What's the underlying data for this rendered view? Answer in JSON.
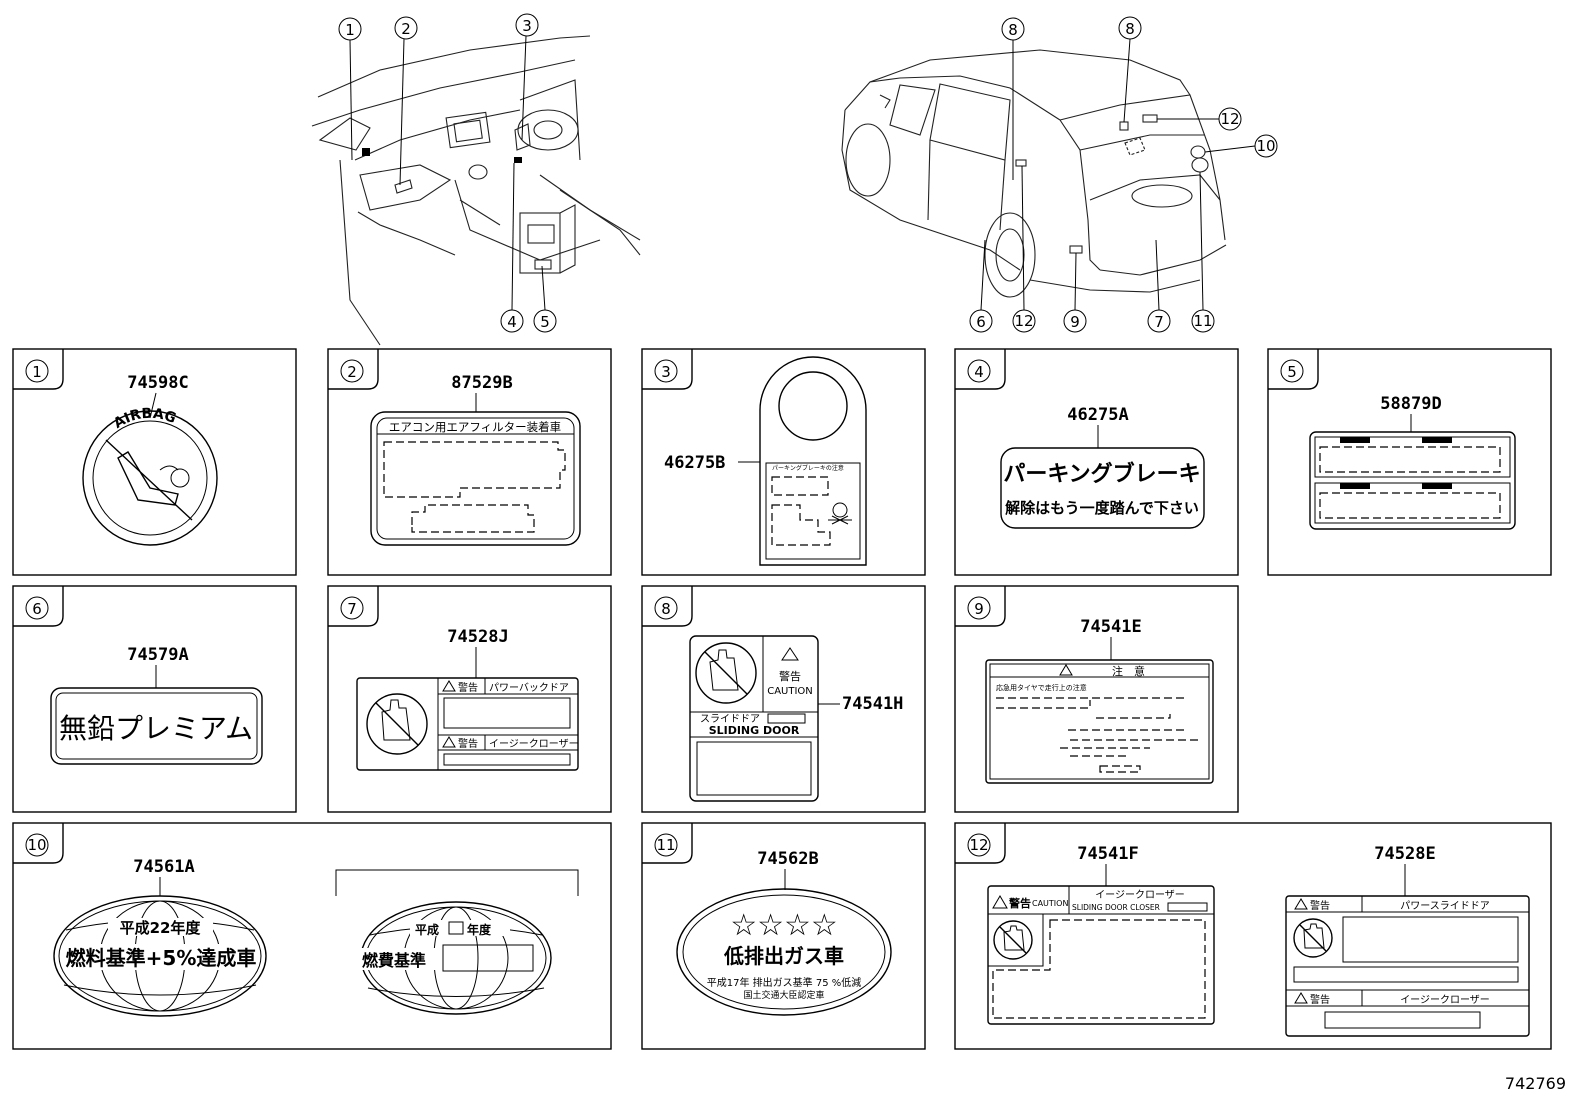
{
  "figure_id": "742769",
  "callouts": {
    "top_left": [
      "1",
      "2",
      "3",
      "4",
      "5"
    ],
    "top_right": [
      "8",
      "8",
      "12",
      "10",
      "6",
      "12",
      "9",
      "7",
      "11"
    ]
  },
  "panels": [
    {
      "num": "1",
      "part": "74598C",
      "text": {
        "airbag": "AIRBAG"
      }
    },
    {
      "num": "2",
      "part": "87529B",
      "text": {
        "header": "エアコン用エアフィルター装着車"
      }
    },
    {
      "num": "3",
      "part": "46275B",
      "text": {
        "small": "パーキングブレーキの注意"
      }
    },
    {
      "num": "4",
      "part": "46275A",
      "text": {
        "line1": "パーキングブレーキ",
        "line2": "解除はもう一度踏んで下さい"
      }
    },
    {
      "num": "5",
      "part": "58879D",
      "text": {}
    },
    {
      "num": "6",
      "part": "74579A",
      "text": {
        "line1": "無鉛プレミアム"
      }
    },
    {
      "num": "7",
      "part": "74528J",
      "text": {
        "warn": "警告",
        "top": "パワーバックドア",
        "bottom": "イージークローザー"
      }
    },
    {
      "num": "8",
      "part": "74541H",
      "text": {
        "warn": "警告",
        "caution": "CAUTION",
        "door_jp": "スライドドア",
        "door_en": "SLIDING DOOR"
      }
    },
    {
      "num": "9",
      "part": "74541E",
      "text": {
        "header": "注　意",
        "sub": "応急用タイヤで走行上の注意"
      }
    },
    {
      "num": "10",
      "part": "74561A",
      "text": {
        "top": "平成22年度",
        "main": "燃料基準+5%達成車",
        "top2_a": "平成",
        "top2_b": "年度",
        "main2": "燃費基準"
      }
    },
    {
      "num": "11",
      "part": "74562B",
      "text": {
        "stars": "☆☆☆☆",
        "main": "低排出ガス車",
        "sub1": "平成17年 排出ガス基準 75 %低減",
        "sub2": "国土交通大臣認定車"
      }
    },
    {
      "num": "12",
      "part": "74541F",
      "part2": "74528E",
      "text": {
        "warn": "警告",
        "caution": "CAUTION",
        "closer_jp": "イージークローザー",
        "closer_en": "SLIDING DOOR CLOSER",
        "warn2": "警告",
        "door2": "パワースライドドア",
        "warn3": "警告",
        "closer2": "イージークローザー"
      }
    }
  ]
}
